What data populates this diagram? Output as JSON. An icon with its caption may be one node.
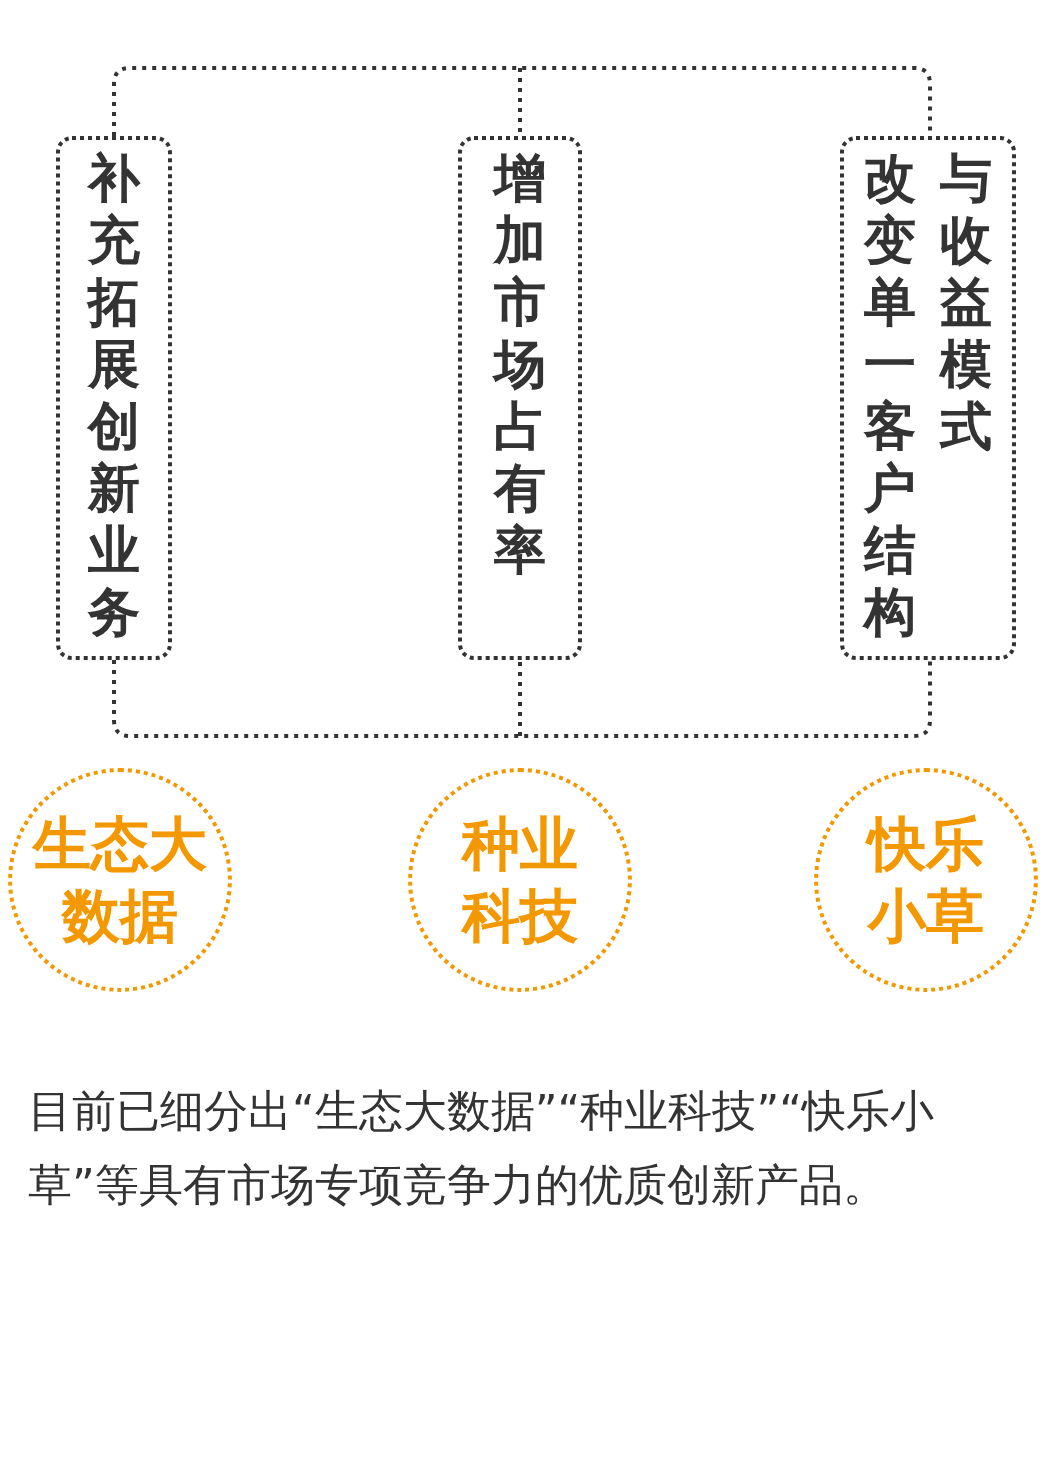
{
  "diagram": {
    "nodes": [
      {
        "text": [
          "补充拓展创新业务"
        ]
      },
      {
        "text": [
          "增加市场占有率"
        ]
      },
      {
        "text": [
          "改变单一客户结构与收益模式"
        ]
      },
      {
        "text": [
          "生态大数据"
        ]
      },
      {
        "text": [
          "种业科技"
        ]
      },
      {
        "text": [
          "快乐小草"
        ]
      }
    ],
    "edges": [],
    "labels": [
      "目前已细分出“生态大数据”“种业科技”“快乐小草”等具有市场专项竞争力的优质创新产品。"
    ]
  }
}
